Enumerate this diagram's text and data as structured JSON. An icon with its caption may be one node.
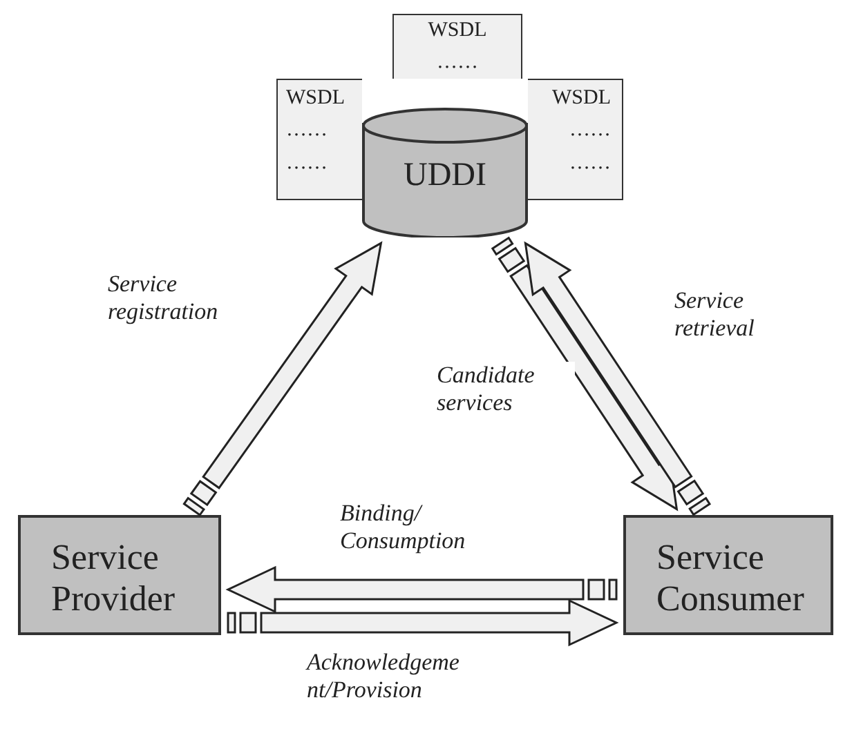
{
  "diagram": {
    "nodes": [
      {
        "text": [
          "WSDL",
          "……"
        ]
      },
      {
        "text": [
          "WSDL",
          "……",
          "……"
        ]
      },
      {
        "text": [
          "WSDL",
          "……",
          "……"
        ]
      },
      {
        "text": [
          "UDDI"
        ]
      },
      {
        "text": [
          "Service Provider"
        ]
      },
      {
        "text": [
          "Service Consumer"
        ]
      }
    ],
    "edges": [
      {
        "from": 4,
        "to": 3,
        "arrow": "to",
        "label": "Service registration"
      },
      {
        "from": 3,
        "to": 5,
        "arrow": "to",
        "label": "Candidate services"
      },
      {
        "from": 5,
        "to": 3,
        "arrow": "to",
        "label": "Service retrieval"
      },
      {
        "from": 5,
        "to": 4,
        "arrow": "to",
        "label": "Binding/ Consumption"
      },
      {
        "from": 4,
        "to": 5,
        "arrow": "to",
        "label": "Acknowledgeme nt/Provision"
      }
    ]
  }
}
